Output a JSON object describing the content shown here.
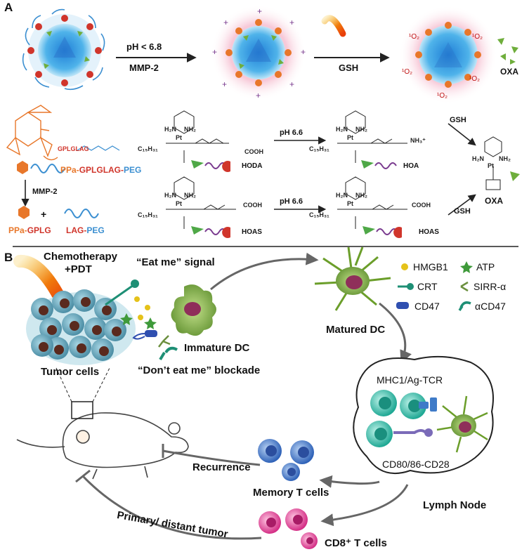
{
  "panel_a": {
    "label": "A",
    "step1_top": "pH < 6.8",
    "step1_bottom": "MMP-2",
    "step2": "GSH",
    "singlet_oxygen": "¹O₂",
    "oxa_product": "OXA",
    "polymer": {
      "ppa": "PPa-",
      "mid": "GPLGLAG-",
      "peg": "PEG"
    },
    "peptide_chain": "GPLGLAG",
    "mmp2": "MMP-2",
    "cleaved_left": {
      "ppa": "PPa-",
      "mid": "GPLG"
    },
    "cleaved_right": {
      "mid": "LAG-",
      "peg": "PEG"
    },
    "plus": "+",
    "ph66": "pH 6.6",
    "gsh": "GSH",
    "hoda": "HODA",
    "hoa": "HOA",
    "hoas": "HOAS",
    "oxa": "OXA",
    "c15h31": "C₁₅H₃₁",
    "cooh": "COOH",
    "nh3": "NH₃⁺",
    "pt": "Pt",
    "h2n": "H₂N",
    "nh2": "NH₂"
  },
  "panel_b": {
    "label": "B",
    "chemo_line1": "Chemotherapy",
    "chemo_line2": "+PDT",
    "eat_me": "“Eat me” signal",
    "immature_dc": "Immature DC",
    "dont_eat": "“Don’t eat me” blockade",
    "tumor_cells": "Tumor cells",
    "matured_dc": "Matured DC",
    "mhc": "MHC1/Ag-TCR",
    "cd80": "CD80/86-CD28",
    "lymph_node": "Lymph Node",
    "recurrence": "Recurrence",
    "memory_t": "Memory T cells",
    "primary": "Primary/ distant tumor",
    "cd8": "CD8⁺ T cells",
    "legend": {
      "hmgb1": "HMGB1",
      "atp": "ATP",
      "crt": "CRT",
      "sirr": "SIRR-α",
      "cd47": "CD47",
      "acd47": "αCD47"
    }
  },
  "colors": {
    "core_blue": "#3ea8e6",
    "halo_pink": "#f3b4c8",
    "ppa_orange": "#e8772a",
    "peptide_red": "#d0352b",
    "peg_blue": "#3b8fd1",
    "dc_green": "#8cbd55",
    "memory_blue": "#3f78c8",
    "cd8_pink": "#e0529a"
  }
}
